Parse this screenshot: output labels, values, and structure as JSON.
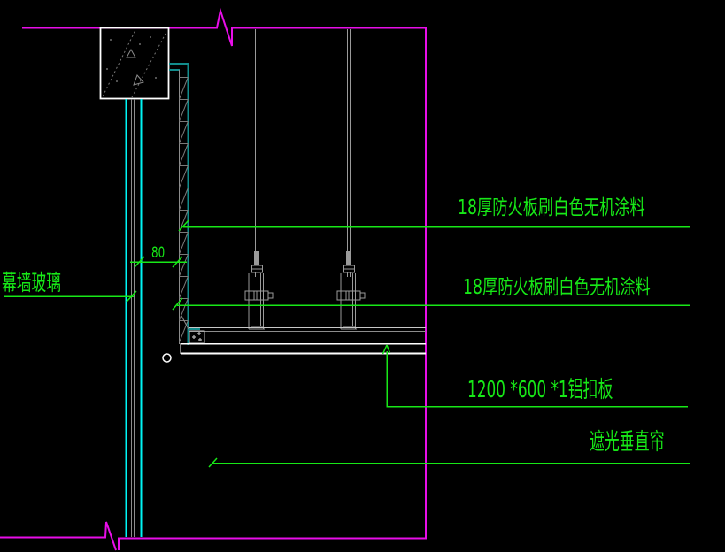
{
  "drawing": {
    "type": "cad-ceiling-curtain-wall-detail",
    "labels": {
      "fireproof_board_upper": "18厚防火板刷白色无机涂料",
      "fireproof_board_lower": "18厚防火板刷白色无机涂料",
      "curtain_wall_glass": "幕墙玻璃",
      "aluminum_panel": "1200 *600 *1铝扣板",
      "blackout_curtain": "遮光垂直帘",
      "dimension_80": "80"
    },
    "colors": {
      "background": "#000000",
      "magenta": "#e80ee8",
      "green": "#17e817",
      "cyan": "#00f5f5",
      "teal": "#128c8c",
      "gray": "#8c8c8c",
      "white": "#ffffff"
    }
  }
}
